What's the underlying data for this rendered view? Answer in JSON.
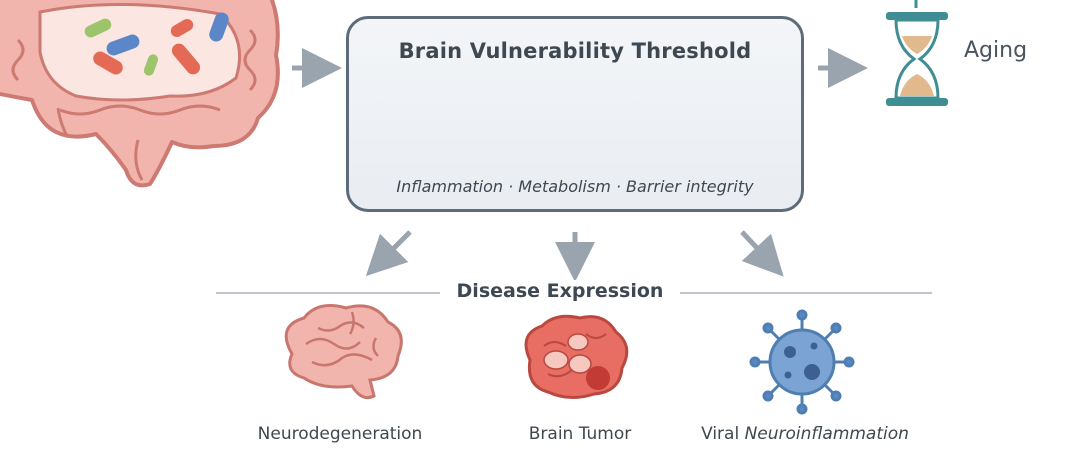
{
  "threshold_box": {
    "title": "Brain Vulnerability Threshold",
    "factors": "Inflammation · Metabolism · Barrier integrity"
  },
  "aging": {
    "label": "Aging"
  },
  "disease_expression": {
    "title": "Disease Expression",
    "outcomes": [
      {
        "label": "Neurodegeneration",
        "icon": "brain-icon"
      },
      {
        "label": "Brain Tumor",
        "icon": "brain-tumor-icon"
      },
      {
        "label_prefix": "Viral ",
        "label_italic": "Neuroinflammation",
        "icon": "virus-icon"
      }
    ]
  },
  "icons": {
    "gut": "gut-microbiome-icon",
    "threshold_items": [
      "microglia-icon",
      "barrier-icon",
      "mitochondria-icon",
      "particles-icon"
    ],
    "aging": "hourglass-icon"
  },
  "colors": {
    "box_border": "#5e6c7a",
    "arrow": "#9aa4ae",
    "gut_fill": "#f2b5ad",
    "gut_stroke": "#cc7a72",
    "teal": "#3f8e94",
    "navy": "#3e5a7a",
    "olive": "#8c9a52",
    "sand": "#e2b98d"
  }
}
